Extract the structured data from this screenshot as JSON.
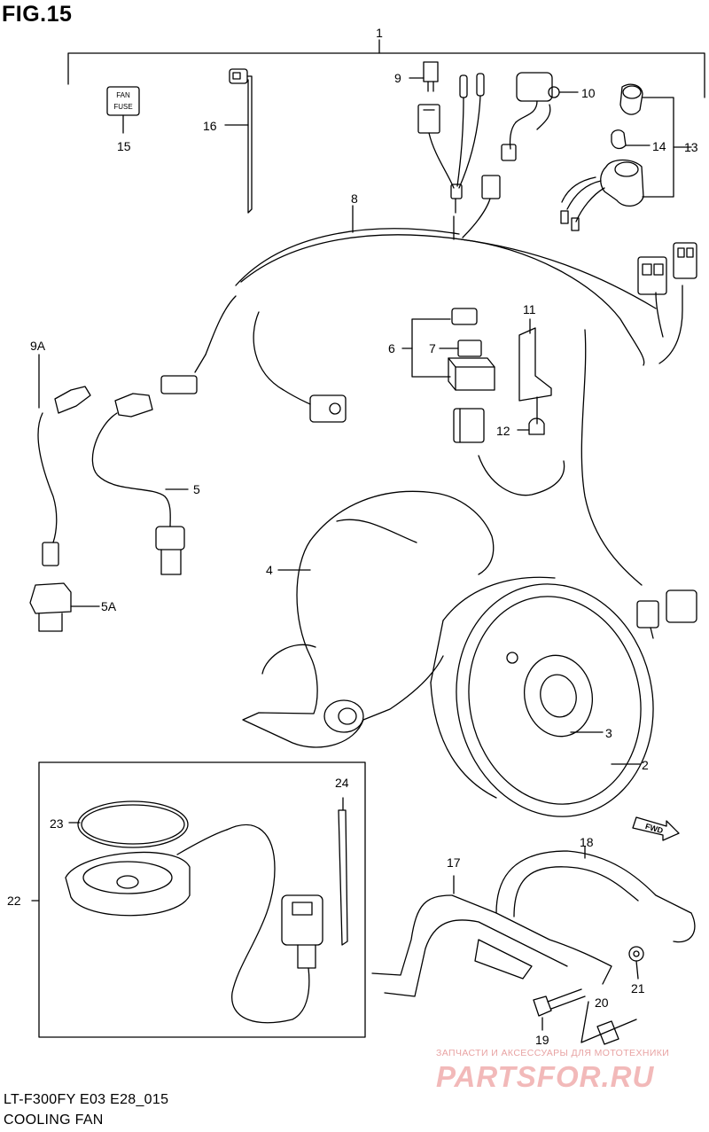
{
  "figure": {
    "title": "FIG.15",
    "caption_model": "LT-F300FY E03 E28_015",
    "caption_name": "COOLING FAN"
  },
  "parts": [
    {
      "id": "p1",
      "label": "1"
    },
    {
      "id": "p2",
      "label": "2"
    },
    {
      "id": "p3",
      "label": "3"
    },
    {
      "id": "p4",
      "label": "4"
    },
    {
      "id": "p5",
      "label": "5"
    },
    {
      "id": "p5a",
      "label": "5A"
    },
    {
      "id": "p6",
      "label": "6"
    },
    {
      "id": "p7",
      "label": "7"
    },
    {
      "id": "p8",
      "label": "8"
    },
    {
      "id": "p9",
      "label": "9"
    },
    {
      "id": "p9a",
      "label": "9A"
    },
    {
      "id": "p10",
      "label": "10"
    },
    {
      "id": "p11",
      "label": "11"
    },
    {
      "id": "p12",
      "label": "12"
    },
    {
      "id": "p13",
      "label": "13"
    },
    {
      "id": "p14",
      "label": "14"
    },
    {
      "id": "p15",
      "label": "15"
    },
    {
      "id": "p16",
      "label": "16"
    },
    {
      "id": "p17",
      "label": "17"
    },
    {
      "id": "p18",
      "label": "18"
    },
    {
      "id": "p19",
      "label": "19"
    },
    {
      "id": "p20",
      "label": "20"
    },
    {
      "id": "p21",
      "label": "21"
    },
    {
      "id": "p22",
      "label": "22"
    },
    {
      "id": "p23",
      "label": "23"
    },
    {
      "id": "p24",
      "label": "24"
    }
  ],
  "fuse_label": {
    "line1": "FAN",
    "line2": "FUSE"
  },
  "fwd_label": "FWD",
  "watermark": {
    "small": "ЗАПЧАСТИ И АКСЕССУАРЫ ДЛЯ МОТОТЕХНИКИ",
    "big": "PARTSFOR.RU"
  },
  "colors": {
    "line": "#000000",
    "watermark": "#f2b9b9"
  }
}
